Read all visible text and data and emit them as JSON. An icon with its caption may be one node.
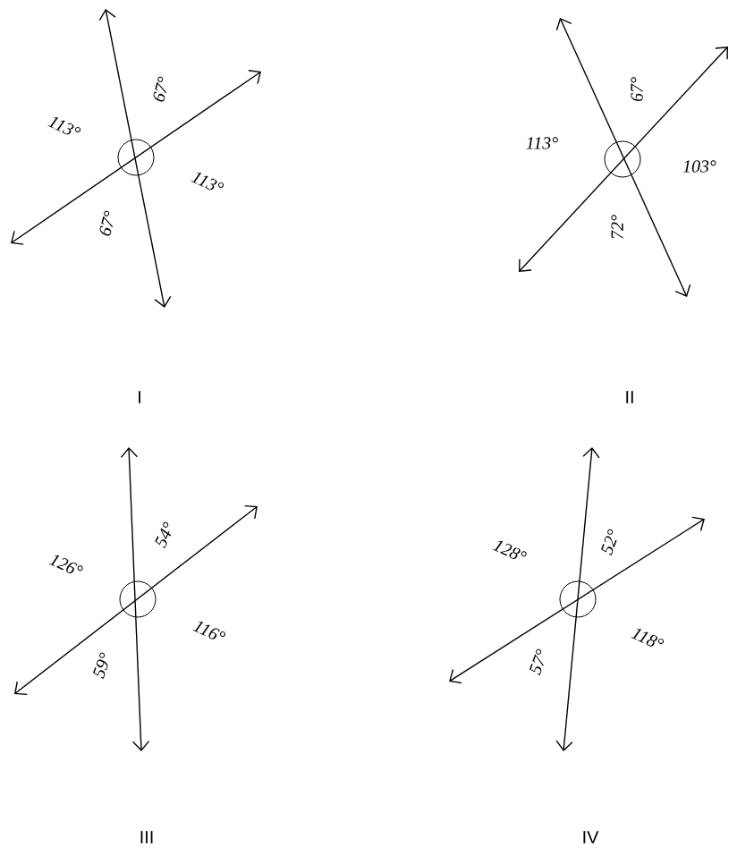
{
  "diagram": {
    "labels": [
      "113°",
      "67°",
      "113°",
      "67°",
      "I",
      "113°",
      "67°",
      "103°",
      "72°",
      "II",
      "126°",
      "54°",
      "116°",
      "59°",
      "III",
      "128°",
      "52°",
      "118°",
      "57°",
      "IV"
    ]
  }
}
